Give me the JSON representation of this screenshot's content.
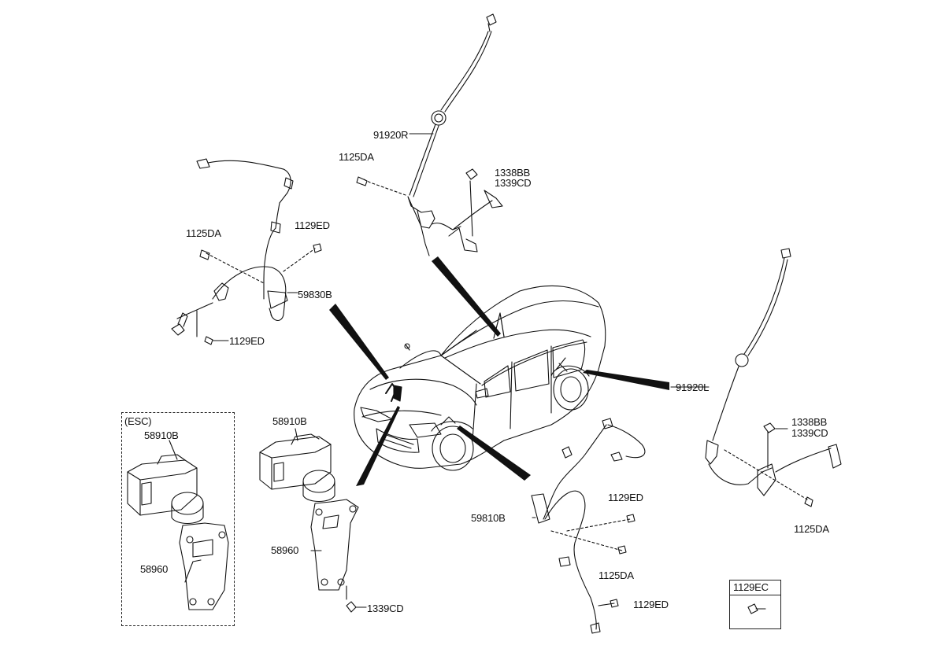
{
  "labels": {
    "p91920R": "91920R",
    "p1125DA_top": "1125DA",
    "p1338BB_top": "1338BB",
    "p1339CD_top": "1339CD",
    "p1125DA_left": "1125DA",
    "p1129ED_left_top": "1129ED",
    "p59830B": "59830B",
    "p1129ED_left_bot": "1129ED",
    "p91920L": "91920L",
    "p1338BB_right": "1338BB",
    "p1339CD_right": "1339CD",
    "p1125DA_right": "1125DA",
    "esc": "(ESC)",
    "p58910B_esc": "58910B",
    "p58960_esc": "58960",
    "p58910B": "58910B",
    "p58960": "58960",
    "p1339CD_bot": "1339CD",
    "p59810B": "59810B",
    "p1129ED_br_top": "1129ED",
    "p1125DA_br": "1125DA",
    "p1129ED_br_bot": "1129ED",
    "p1129EC": "1129EC"
  }
}
